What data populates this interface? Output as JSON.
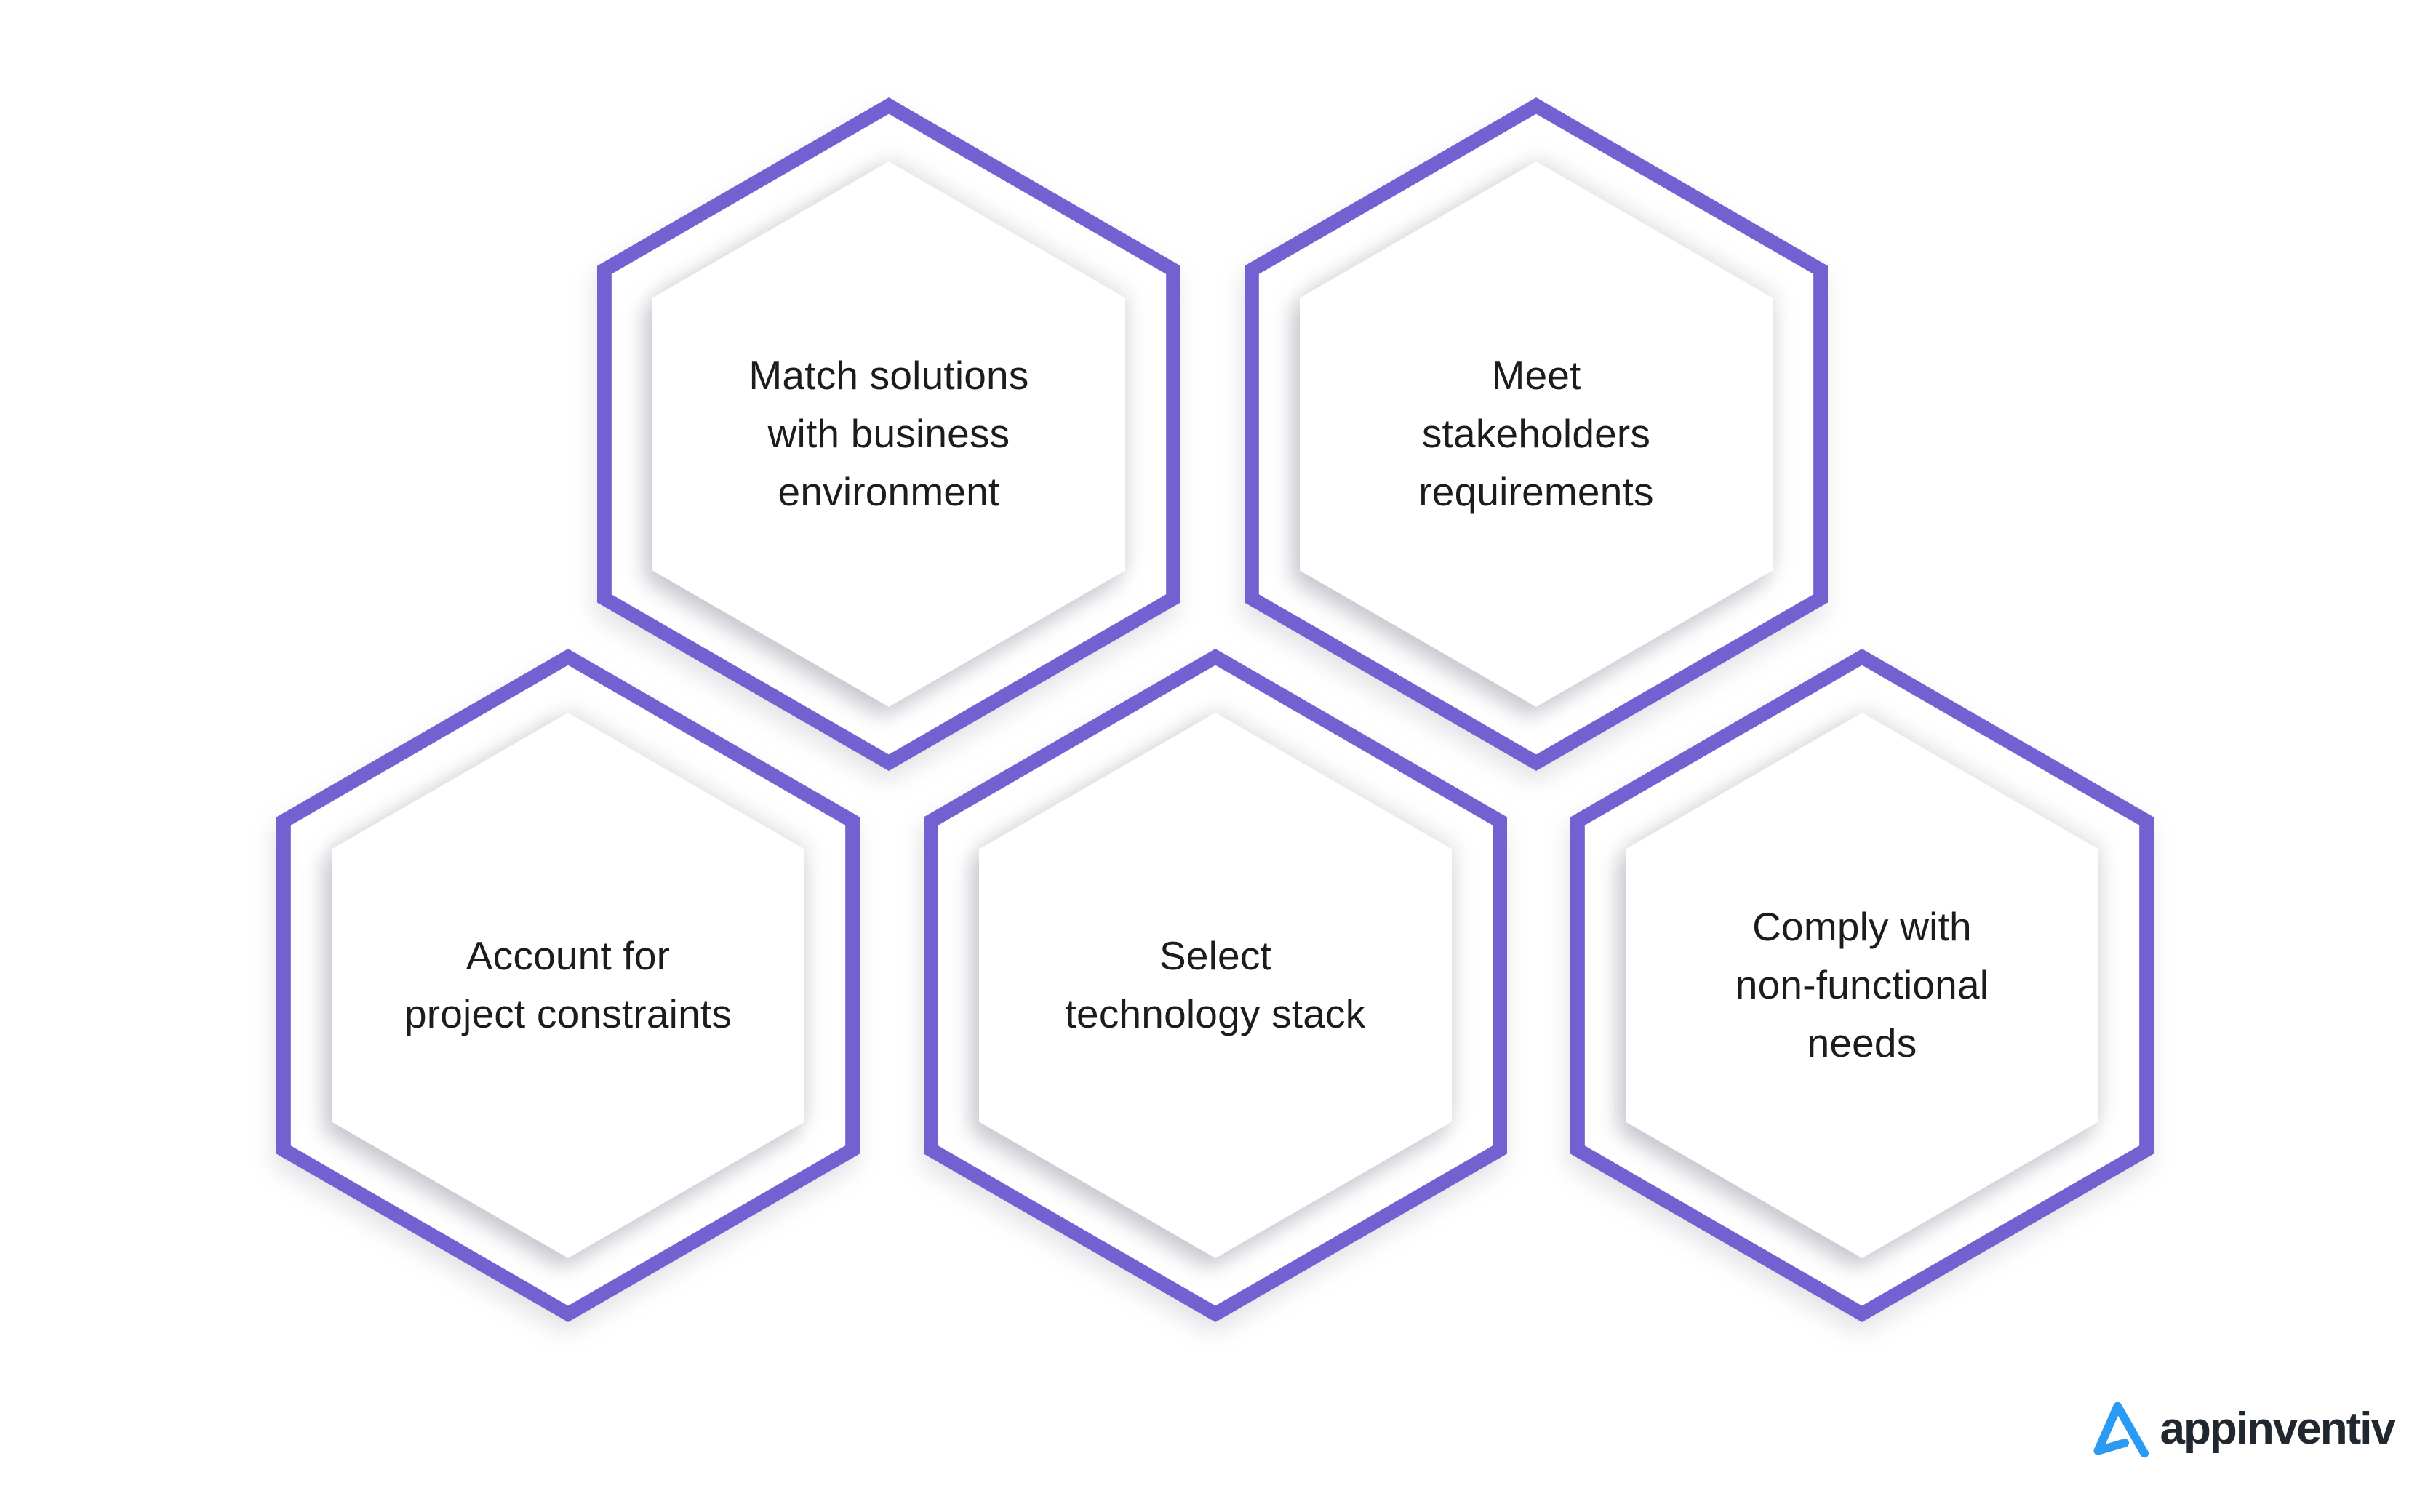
{
  "colors": {
    "hexagon_border": "#7262D1",
    "hexagon_fill": "#FFFFFF",
    "text": "#1C1C1E",
    "logo_blue": "#2B9AF3",
    "logo_text": "#20272E"
  },
  "hexagons": [
    {
      "label": "Match solutions with business environment",
      "lines": [
        "Match solutions",
        "with business",
        "environment"
      ]
    },
    {
      "label": "Meet stakeholders requirements",
      "lines": [
        "Meet",
        "stakeholders",
        "requirements"
      ]
    },
    {
      "label": "Account for project constraints",
      "lines": [
        "Account for",
        "project constraints"
      ]
    },
    {
      "label": "Select technology stack",
      "lines": [
        "Select",
        "technology stack"
      ]
    },
    {
      "label": "Comply with non-functional needs",
      "lines": [
        "Comply with",
        "non-functional",
        "needs"
      ]
    }
  ],
  "logo": {
    "text": "appinventiv",
    "icon": "appinventiv-triangle-a-icon"
  }
}
